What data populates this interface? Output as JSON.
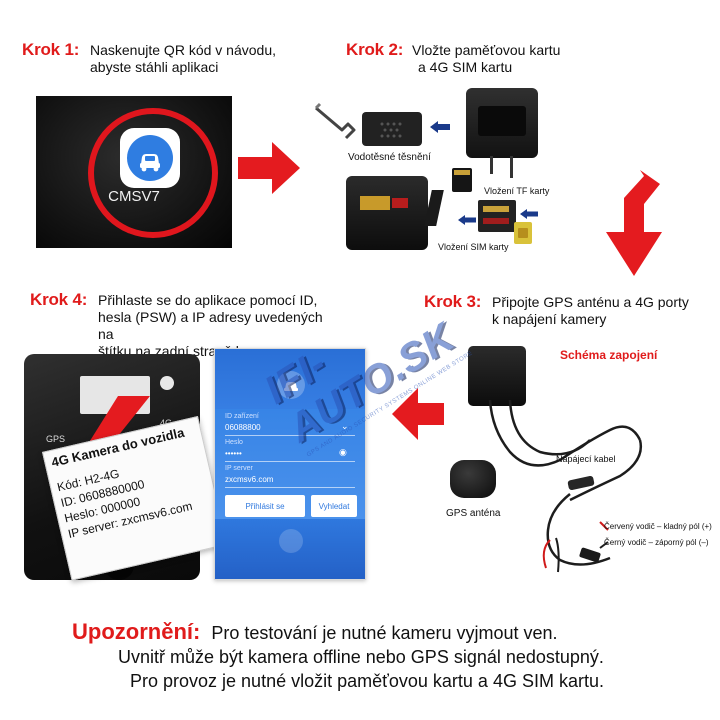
{
  "step1": {
    "title": "Krok 1:",
    "text_line1": "Naskenujte QR kód v návodu,",
    "text_line2": "abyste stáhli aplikaci",
    "app_name": "CMSV7"
  },
  "step2": {
    "title": "Krok 2:",
    "text_line1": "Vložte paměťovou kartu",
    "text_line2": "a 4G SIM kartu",
    "label_seal": "Vodotěsné těsnění",
    "label_tf": "Vložení TF karty",
    "label_sim": "Vložení SIM karty"
  },
  "step3": {
    "title": "Krok 3:",
    "text_line1": "Připojte GPS  anténu a 4G porty",
    "text_line2": "k napájení kamery",
    "schema_title": "Schéma zapojení",
    "label_power_cable": "Napájecí kabel",
    "label_gps": "GPS anténa",
    "label_red_wire": "Červený vodič – kladný pól (+)",
    "label_black_wire": "Černý vodič – záporný pól (–)"
  },
  "step4": {
    "title": "Krok 4:",
    "text_line1": "Přihlaste  se  do aplikace pomocí ID,",
    "text_line2": "hesla (PSW) a IP adresy uvedených na",
    "text_line3": "štítku na zadní straně kamery",
    "sticker": {
      "title": "4G Kamera do vozidla",
      "code": "Kód:  H2-4G",
      "id": "ID:   0608880000",
      "password": "Heslo:  000000",
      "server": "IP server:  zxcmsv6.com"
    },
    "camera_port_gps": "GPS",
    "camera_port_4g": "4G",
    "phone": {
      "id_label": "ID zařízení",
      "id_value": "06088800",
      "pass_label": "Heslo",
      "pass_value": "••••••",
      "server_label": "IP server",
      "server_value": "zxcmsv6.com",
      "login_button": "Přihlásit se",
      "search_button": "Vyhledat"
    }
  },
  "watermark": {
    "brand": "IFI-AUTO.SK",
    "tagline": "GPS AND AUDIO SECURITY SYSTEMS ONLINE WEB STORE"
  },
  "notice": {
    "heading": "Upozornění:",
    "line1": "Pro testování je nutné kameru vyjmout ven.",
    "line2": "Uvnitř může být kamera offline nebo GPS signál nedostupný.",
    "line3": "Pro provoz je nutné vložit paměťovou kartu a 4G SIM kartu."
  },
  "colors": {
    "accent_red": "#e01b1b",
    "app_blue": "#2f7de1",
    "text_dark": "#111111"
  }
}
